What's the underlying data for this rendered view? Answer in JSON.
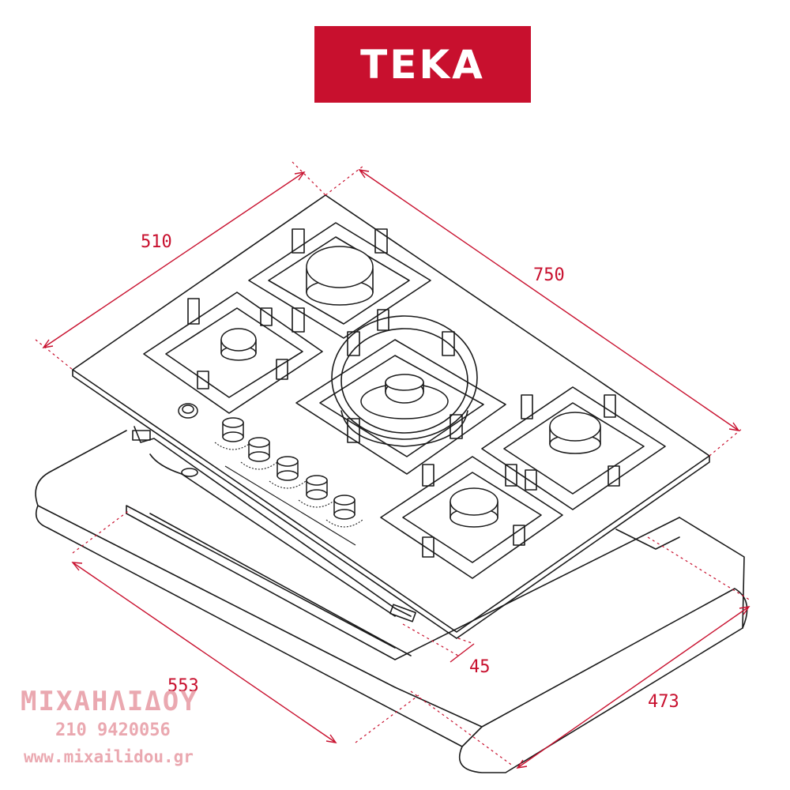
{
  "brand": {
    "name": "TEKA",
    "color": "#c8102e"
  },
  "dimensions": {
    "depth": "510",
    "width": "750",
    "cutout_width": "553",
    "cutout_depth": "473",
    "height": "45",
    "line_color": "#c8102e"
  },
  "watermark": {
    "name": "ΜΙΧΑΗΛΙΔΟΥ",
    "phone": "210 9420056",
    "website": "www.mixailidou.gr"
  },
  "components": {
    "burners": [
      "burner-back-left",
      "burner-left",
      "wok-burner-center",
      "burner-right",
      "burner-front"
    ],
    "knob_count": 5
  }
}
